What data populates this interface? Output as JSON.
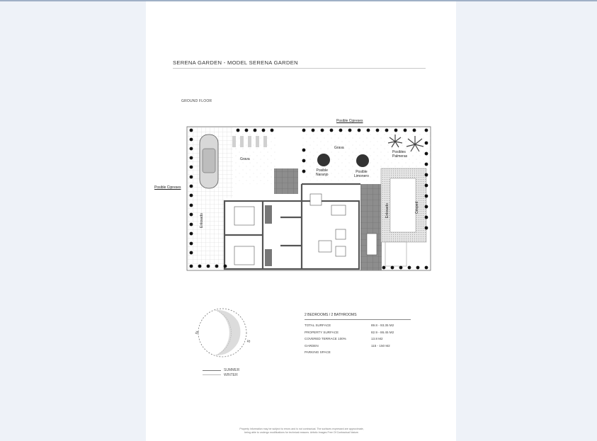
{
  "document": {
    "title": "SERENA GARDEN - MODEL SERENA GARDEN",
    "floor_label": "GROUND FLOOR"
  },
  "plan": {
    "labels": {
      "cypress_top": "Posible Cipreses",
      "cypress_left": "Posible Cipreses",
      "gravel_left": "Grava",
      "gravel_right": "Grava",
      "orange_tree": "Posible\nNaranjo",
      "lemon_tree": "Posible\nLimonero",
      "palms": "Posibles\nPalmeras",
      "paving_left": "Enlosado",
      "paving_pool": "Enlosado",
      "grass": "Césped"
    },
    "colors": {
      "wall": "#555555",
      "terrace_tile": "#8a8a8a",
      "hedge_dot": "#111111",
      "pool_border": "#d6d6d6"
    }
  },
  "specs": {
    "heading": "2 BEDROOMS / 2 BATHROOMS",
    "rows": [
      {
        "label": "TOTAL SURFACE",
        "value": "89.8 - 93.35 M2"
      },
      {
        "label": "PROPERTY SURFACE",
        "value": "82.9 - 86.45 M2"
      },
      {
        "label": "COVERED TERRACE 100%",
        "value": "13.8 M2"
      },
      {
        "label": "GARDEN",
        "value": "115 - 150 M2"
      },
      {
        "label": "PARKING SPACE",
        "value": ""
      }
    ]
  },
  "sun_diagram": {
    "north_label": "N",
    "south_label": "S",
    "legend": [
      {
        "label": "SUMMER",
        "color": "#777777"
      },
      {
        "label": "WINTER",
        "color": "#bbbbbb"
      }
    ]
  },
  "disclaimer": {
    "line1": "Property information may be subject to errors and is not contractual. The surfaces expressed are approximate,",
    "line2": "being able to undergo modifications for technical reasons. Artistic Images Free Of Contractual Nature."
  }
}
